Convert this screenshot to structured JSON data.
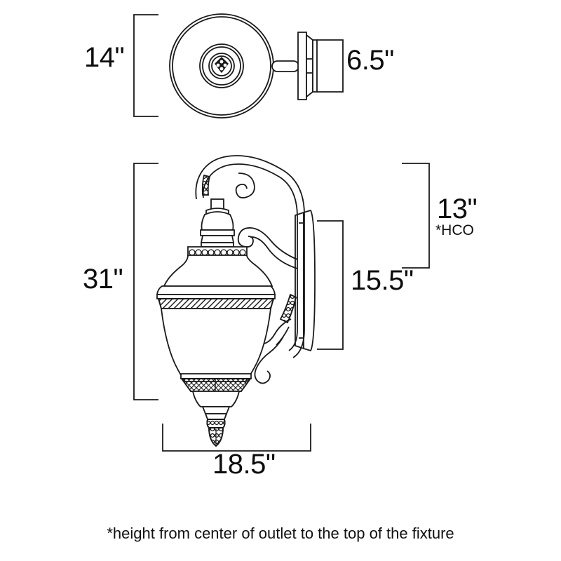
{
  "drawing": {
    "title": "Outdoor wall lantern dimension drawing",
    "units": "inches",
    "line_color": "#1a1a1a",
    "fill_color": "#ffffff",
    "background": "#ffffff",
    "views": [
      {
        "name": "top-view",
        "label": "top view of fixture with backplate"
      },
      {
        "name": "side-view",
        "label": "side elevation of wall lantern"
      }
    ]
  },
  "dimensions": {
    "top_view_height": "14\"",
    "top_view_depth": "6.5\"",
    "side_view_height": "31\"",
    "side_view_depth": "15.5\"",
    "height_center_outlet": "13\"",
    "height_center_outlet_note": "*HCO",
    "side_view_width": "18.5\""
  },
  "footnote": {
    "text": "*height from center of outlet to the top of the fixture"
  }
}
